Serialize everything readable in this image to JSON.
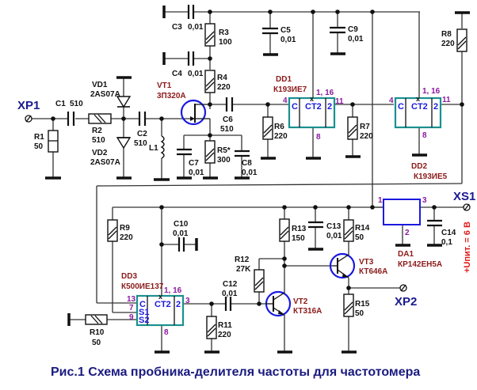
{
  "caption": "Рис.1 Схема пробника-делителя частоты для частотомера",
  "colors": {
    "wire": "#333333",
    "part_name": "#8b1a1a",
    "pin_number": "#8b1aa0",
    "chip_border": "#1a9090",
    "chip_text": "#1a1ae0",
    "connector": "#1a1a90",
    "supply_text": "#e01a1a"
  },
  "connectors": {
    "xp1": "XP1",
    "xp2": "XP2",
    "xs1": "XS1"
  },
  "supply_label": "+Uпит. = 6 В",
  "resistors": {
    "r1": {
      "name": "R1",
      "value": "50"
    },
    "r2": {
      "name": "R2",
      "value": "510"
    },
    "r3": {
      "name": "R3",
      "value": "100"
    },
    "r4": {
      "name": "R4",
      "value": "220"
    },
    "r5": {
      "name": "R5*",
      "value": "300"
    },
    "r6": {
      "name": "R6",
      "value": "220"
    },
    "r7": {
      "name": "R7",
      "value": "220"
    },
    "r8": {
      "name": "R8",
      "value": "220"
    },
    "r9": {
      "name": "R9",
      "value": "220"
    },
    "r10": {
      "name": "R10",
      "value": "50"
    },
    "r11": {
      "name": "R11",
      "value": "220"
    },
    "r12": {
      "name": "R12",
      "value": "27K"
    },
    "r13": {
      "name": "R13",
      "value": "150"
    },
    "r14": {
      "name": "R14",
      "value": "50"
    },
    "r15": {
      "name": "R15",
      "value": "50"
    }
  },
  "capacitors": {
    "c1": {
      "name": "C1",
      "value": "510"
    },
    "c2": {
      "name": "C2",
      "value": "510"
    },
    "c3": {
      "name": "C3",
      "value": "0,01"
    },
    "c4": {
      "name": "C4",
      "value": "0,01"
    },
    "c5": {
      "name": "C5",
      "value": "0,01"
    },
    "c6": {
      "name": "C6",
      "value": "510"
    },
    "c7": {
      "name": "C7",
      "value": "0,01"
    },
    "c8": {
      "name": "C8",
      "value": "0,01"
    },
    "c9": {
      "name": "C9",
      "value": "0,01"
    },
    "c10": {
      "name": "C10",
      "value": "0,01"
    },
    "c12": {
      "name": "C12",
      "value": "0,01"
    },
    "c13": {
      "name": "C13",
      "value": "0,01"
    },
    "c14": {
      "name": "C14",
      "value": "0,1"
    }
  },
  "inductors": {
    "l1": {
      "name": "L1"
    }
  },
  "diodes": {
    "vd1": {
      "name": "VD1",
      "type": "2AS07A"
    },
    "vd2": {
      "name": "VD2",
      "type": "2AS07A"
    }
  },
  "transistors": {
    "vt1": {
      "name": "VT1",
      "type": "3П320А"
    },
    "vt2": {
      "name": "VT2",
      "type": "КТ316А"
    },
    "vt3": {
      "name": "VT3",
      "type": "КТ646А"
    }
  },
  "chips": {
    "dd1": {
      "name": "DD1",
      "type": "К193ИЕ7",
      "label_c": "C",
      "label_ct": "CT2",
      "label_out": "2",
      "pin_in": "4",
      "pin_out": "11",
      "pin_pwr": "1, 16",
      "pin_gnd": "8"
    },
    "dd2": {
      "name": "DD2",
      "type": "К193ИЕ5",
      "label_c": "C",
      "label_ct": "CT2",
      "label_out": "2",
      "pin_in": "4",
      "pin_out": "11",
      "pin_pwr": "1, 16",
      "pin_gnd": "8"
    },
    "dd3": {
      "name": "DD3",
      "type": "К500ИЕ137",
      "label_c": "C",
      "label_s1": "S1",
      "label_s2": "S2",
      "label_ct": "CT2",
      "label_out": "2",
      "pin_c": "13",
      "pin_s1": "7",
      "pin_s2": "9",
      "pin_out": "3",
      "pin_pwr": "1, 16",
      "pin_gnd": "8"
    }
  },
  "regulator": {
    "da1": {
      "name": "DA1",
      "type": "КР142ЕН5А",
      "pin_in": "1",
      "pin_gnd": "2",
      "pin_out": "3"
    }
  }
}
